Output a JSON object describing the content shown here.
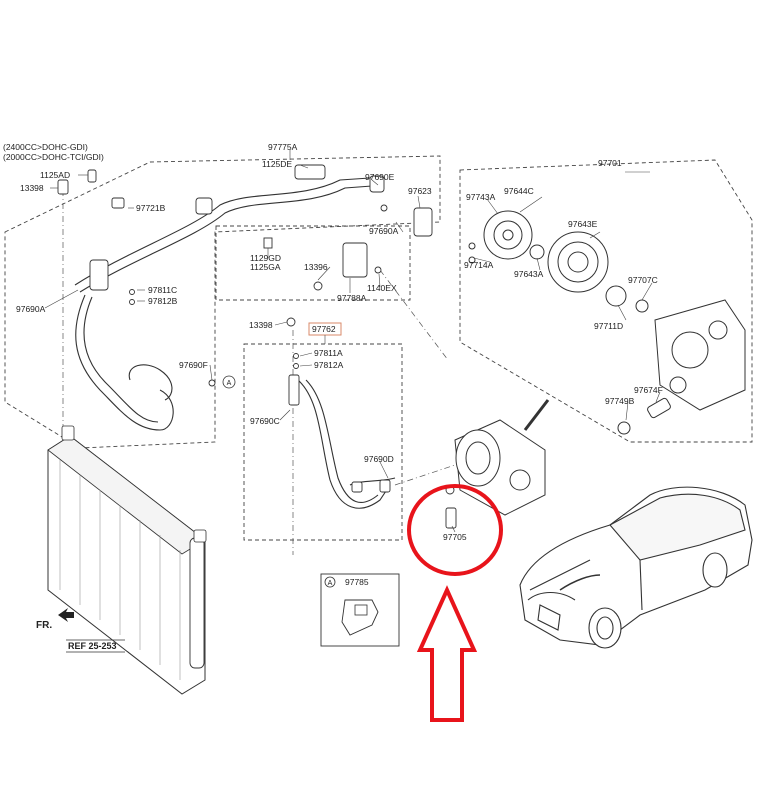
{
  "header_notes": [
    "(2400CC>DOHC-GDI)",
    "(2000CC>DOHC-TCI/GDI)"
  ],
  "parts": {
    "p_97775A": "97775A",
    "p_1125DE": "1125DE",
    "p_97690E": "97690E",
    "p_97623": "97623",
    "p_97690A_r": "97690A",
    "p_1125AD": "1125AD",
    "p_13398_tl": "13398",
    "p_97721B": "97721B",
    "p_1129GD": "1129GD",
    "p_1125GA": "1125GA",
    "p_13396": "13396",
    "p_97788A": "97788A",
    "p_1140EX": "1140EX",
    "p_97811C": "97811C",
    "p_97812B": "97812B",
    "p_97690A_l": "97690A",
    "p_97690F": "97690F",
    "p_13398_m": "13398",
    "p_97762": "97762",
    "p_97811A": "97811A",
    "p_97812A": "97812A",
    "p_97690C": "97690C",
    "p_97690D": "97690D",
    "p_97701": "97701",
    "p_97743A": "97743A",
    "p_97644C": "97644C",
    "p_97714A": "97714A",
    "p_97643A": "97643A",
    "p_97643E": "97643E",
    "p_97707C": "97707C",
    "p_97711D": "97711D",
    "p_97674F": "97674F",
    "p_97749B": "97749B",
    "p_97705": "97705",
    "p_97785": "97785"
  },
  "circle_marker": "A",
  "fr_label": "FR.",
  "ref_label": "REF 25-253",
  "colors": {
    "highlight": "#e8141b",
    "line": "#333333",
    "box": "#d98a6a"
  }
}
